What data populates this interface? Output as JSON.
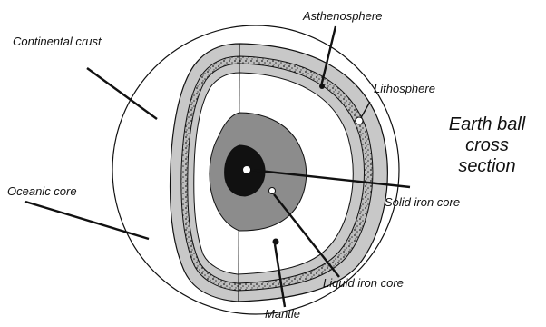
{
  "labels": {
    "continental_crust": "Continental crust",
    "oceanic_core": "Oceanic core",
    "asthenosphere": "Asthenosphere",
    "lithosphere": "Lithosphere",
    "solid_iron_core": "Solid iron core",
    "liquid_iron_core": "Liquid iron core",
    "mantle": "Mantle"
  },
  "title": {
    "line1": "Earth ball",
    "line2": "cross",
    "line3": "section"
  },
  "colors": {
    "outline": "#111111",
    "lithosphere": "#c8c8c8",
    "asthenosphere": "#7a7a7a",
    "liquid_core": "#8c8c8c",
    "solid_core": "#111111",
    "background": "#ffffff"
  }
}
